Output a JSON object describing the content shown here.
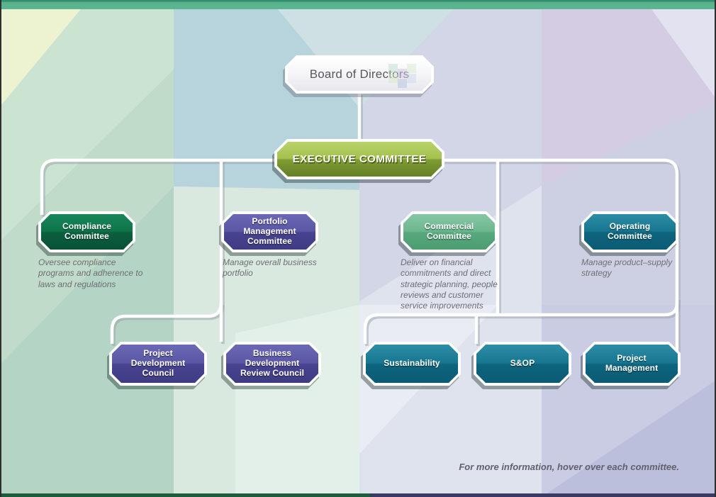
{
  "nodes": {
    "board": {
      "label": "Board of Directors"
    },
    "executive": {
      "label": "EXECUTIVE COMMITTEE"
    }
  },
  "committees": [
    {
      "id": "compliance",
      "title": "Compliance Committee",
      "description": "Oversee compliance programs and adherence to laws and regulations",
      "color_theme": "green"
    },
    {
      "id": "portfolio",
      "title": "Portfolio Management Committee",
      "description": "Manage overall business portfolio",
      "color_theme": "purple"
    },
    {
      "id": "commercial",
      "title": "Commercial Committee",
      "description": "Deliver on financial commitments and direct strategic planning, people reviews and customer service improvements",
      "color_theme": "seagreen"
    },
    {
      "id": "operating",
      "title": "Operating Committee",
      "description": "Manage product–supply strategy",
      "color_theme": "teal"
    }
  ],
  "councils": [
    {
      "id": "project-development-council",
      "title": "Project Development Council",
      "color_theme": "purple"
    },
    {
      "id": "business-development-review-council",
      "title": "Business Development Review Council",
      "color_theme": "purple"
    },
    {
      "id": "sustainability",
      "title": "Sustainability",
      "color_theme": "teal"
    },
    {
      "id": "sop",
      "title": "S&OP",
      "color_theme": "teal"
    },
    {
      "id": "project-management",
      "title": "Project Management",
      "color_theme": "teal"
    }
  ],
  "footer": {
    "note": "For more information, hover over each committee."
  },
  "colors": {
    "lime-t1": "#b9d26b",
    "lime-t2": "#a4c24d",
    "lime-b1": "#7e9c33",
    "lime-b2": "#657f26",
    "green-t1": "#17875a",
    "green-t2": "#0e744a",
    "green-b1": "#0b5f3e",
    "green-b2": "#085236",
    "purple-t1": "#6b68b4",
    "purple-t2": "#5a57a4",
    "purple-b1": "#474390",
    "purple-b2": "#3f3c83",
    "seagreen-t1": "#86c6a5",
    "seagreen-t2": "#6db78f",
    "seagreen-b1": "#58a97e",
    "seagreen-b2": "#4b9d71",
    "teal-t1": "#2e8ea6",
    "teal-t2": "#177690",
    "teal-b1": "#0e647e",
    "teal-b2": "#0b5b74"
  }
}
